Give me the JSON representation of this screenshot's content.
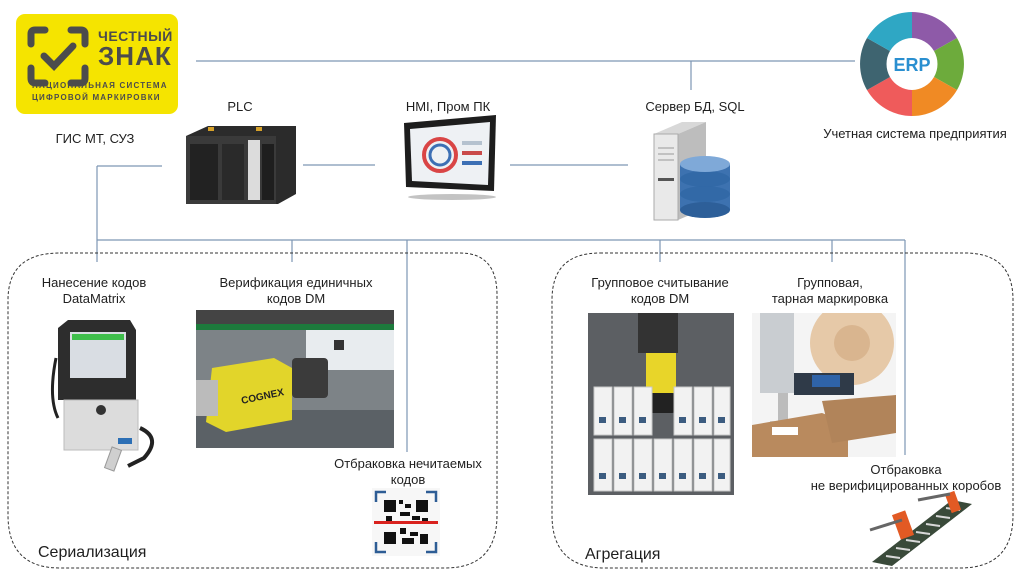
{
  "logo": {
    "brand_line1": "ЧЕСТНЫЙ",
    "brand_line2": "ЗНАК",
    "tagline_line1": "НАЦИОНАЛЬНАЯ СИСТЕМА",
    "tagline_line2": "ЦИФРОВОЙ МАРКИРОВКИ",
    "background_color": "#f5e400"
  },
  "top_nodes": {
    "gis": "ГИС МТ, СУЗ",
    "plc": "PLC",
    "hmi": "HMI, Пром ПК",
    "db": "Сервер БД, SQL",
    "erp_label": "Учетная система предприятия",
    "erp_center": "ERP"
  },
  "groups": {
    "serialization": {
      "title": "Сериализация",
      "items": [
        {
          "line1": "Нанесение кодов",
          "line2": "DataMatrix",
          "icon": "inkjet-printer"
        },
        {
          "line1": "Верификация единичных",
          "line2": "кодов DM",
          "icon": "cognex-camera"
        },
        {
          "line1": "Отбраковка нечитаемых",
          "line2": "кодов",
          "icon": "rejected-qr-code"
        }
      ]
    },
    "aggregation": {
      "title": "Агрегация",
      "items": [
        {
          "line1": "Групповое считывание",
          "line2": "кодов DM",
          "icon": "group-camera"
        },
        {
          "line1": "Групповая,",
          "line2": "тарная маркировка",
          "icon": "label-applicator"
        },
        {
          "line1": "Отбраковка",
          "line2": "не верифицированных коробов",
          "icon": "reject-conveyor"
        }
      ]
    }
  },
  "colors": {
    "connector": "#7d96b4",
    "erp_segments": [
      "#2fa7c4",
      "#8e5aa8",
      "#6dab3c",
      "#f08a24",
      "#ef5b5b",
      "#3e6470"
    ]
  }
}
